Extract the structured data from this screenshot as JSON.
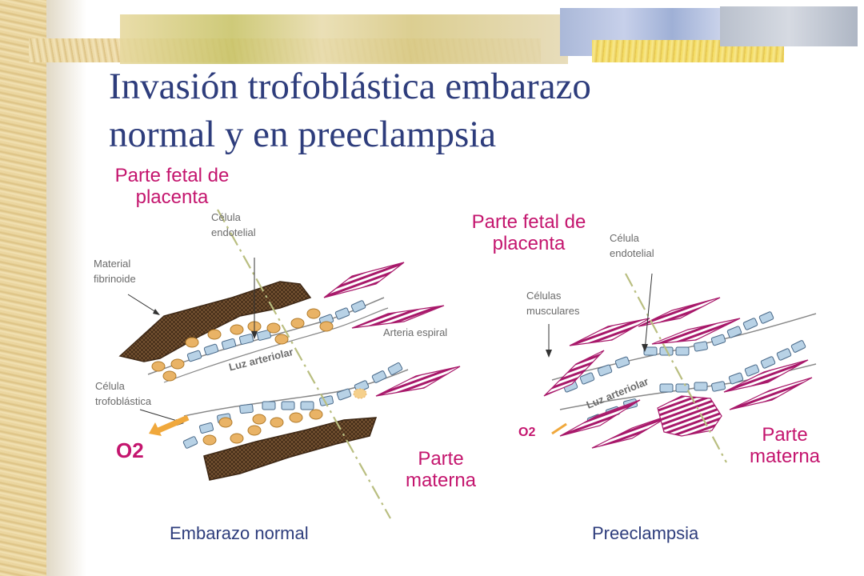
{
  "title": {
    "line1": "Invasión trofoblástica embarazo",
    "line2": "normal y en preeclampsia"
  },
  "colors": {
    "title": "#2e3d7c",
    "accent": "#c4156e",
    "label": "#6b6b6b",
    "fibrinoid": "#6b4a2a",
    "trophoblast": "#e9b366",
    "endothelial": "#b8d2e6",
    "o2_arrow": "#f0a83c"
  },
  "normal": {
    "fetal_label": {
      "line1": "Parte fetal de",
      "line2": "placenta"
    },
    "endothelial_label": {
      "line1": "Célula",
      "line2": "endotelial"
    },
    "fibrinoid_label": {
      "line1": "Material",
      "line2": "fibrinoide"
    },
    "spiral_artery_label": "Arteria espiral",
    "lumen_label": "Luz arteriolar",
    "trophoblast_label": {
      "line1": "Célula",
      "line2": "trofoblástica"
    },
    "o2_label": "O2",
    "maternal_label": {
      "line1": "Parte",
      "line2": "materna"
    },
    "caption": "Embarazo normal"
  },
  "preeclampsia": {
    "fetal_label": {
      "line1": "Parte fetal de",
      "line2": "placenta"
    },
    "endothelial_label": {
      "line1": "Célula",
      "line2": "endotelial"
    },
    "muscle_label": {
      "line1": "Células",
      "line2": "musculares"
    },
    "lumen_label": "Luz arteriolar",
    "o2_label": "O2",
    "maternal_label": {
      "line1": "Parte",
      "line2": "materna"
    },
    "caption": "Preeclampsia"
  }
}
